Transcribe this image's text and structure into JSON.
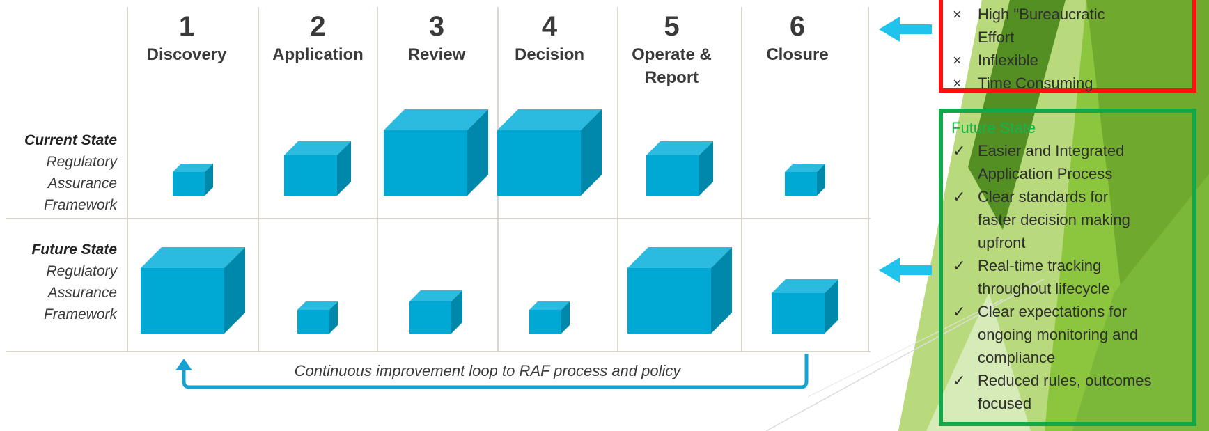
{
  "stages": [
    {
      "number": "1",
      "name": "Discovery"
    },
    {
      "number": "2",
      "name": "Application"
    },
    {
      "number": "3",
      "name": "Review"
    },
    {
      "number": "4",
      "name": "Decision"
    },
    {
      "number": "5",
      "name": "Operate &",
      "name2": "Report"
    },
    {
      "number": "6",
      "name": "Closure"
    }
  ],
  "rows": {
    "current": {
      "title": "Current State",
      "line1": "Regulatory",
      "line2": "Assurance",
      "line3": "Framework"
    },
    "future": {
      "title": "Future State",
      "line1": "Regulatory",
      "line2": "Assurance",
      "line3": "Framework"
    }
  },
  "cube_sizes": {
    "current": [
      "small",
      "medium",
      "large",
      "large",
      "medium",
      "small"
    ],
    "future": [
      "large",
      "small",
      "medium-small",
      "small",
      "large",
      "medium"
    ]
  },
  "loop_caption": "Continuous improvement loop to RAF process and policy",
  "current_state_box": {
    "items": [
      {
        "mark": "×",
        "text": "High \"Bureaucratic",
        "text2": "Effort"
      },
      {
        "mark": "×",
        "text": "Inflexible"
      },
      {
        "mark": "×",
        "text": "Time Consuming"
      }
    ]
  },
  "future_state_box": {
    "title": "Future State",
    "items": [
      {
        "mark": "✓",
        "text": "Easier and Integrated",
        "text2": "Application Process"
      },
      {
        "mark": "✓",
        "text": "Clear standards for",
        "text2": "faster decision making",
        "text3": "upfront"
      },
      {
        "mark": "✓",
        "text": "Real-time tracking",
        "text2": "throughout lifecycle"
      },
      {
        "mark": "✓",
        "text": "Clear expectations for",
        "text2": "ongoing monitoring and",
        "text3": "compliance"
      },
      {
        "mark": "✓",
        "text": "Reduced rules, outcomes",
        "text2": "focused"
      }
    ]
  },
  "colors": {
    "cube_front": "#00a8d4",
    "cube_top": "#2cbbe0",
    "cube_side": "#0088ab",
    "arrow": "#1fc3ec",
    "loop": "#16a2d0",
    "current_border": "#ff1010",
    "future_border": "#12a84a"
  }
}
